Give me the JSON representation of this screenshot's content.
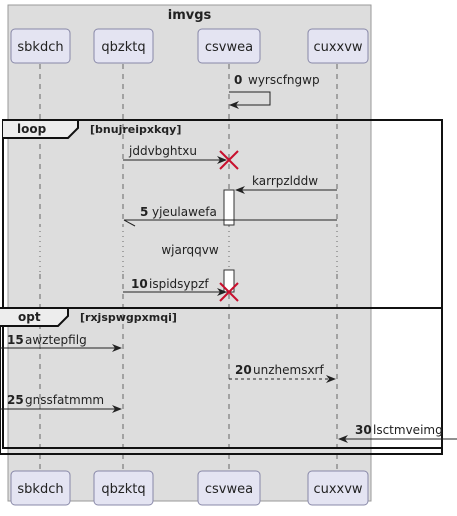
{
  "box": {
    "title": "imvgs"
  },
  "participants": [
    {
      "id": "sbkdch",
      "label": "sbkdch"
    },
    {
      "id": "qbzktq",
      "label": "qbzktq"
    },
    {
      "id": "csvwea",
      "label": "csvwea"
    },
    {
      "id": "cuxxvw",
      "label": "cuxxvw"
    }
  ],
  "messages": [
    {
      "number": "0",
      "text": "wyrscfngwp"
    },
    {
      "number": "",
      "text": "jddvbghtxu"
    },
    {
      "number": "",
      "text": "karrpzlddw"
    },
    {
      "number": "5",
      "text": "yjeulawefa"
    },
    {
      "number": "",
      "text": "wjarqqvw"
    },
    {
      "number": "10",
      "text": "ispidsypzf"
    },
    {
      "number": "15",
      "text": "awztepfilg"
    },
    {
      "number": "20",
      "text": "unzhemsxrf"
    },
    {
      "number": "25",
      "text": "gnssfatmmm"
    },
    {
      "number": "30",
      "text": "lsctmveimg"
    }
  ],
  "frames": {
    "loop": {
      "title": "loop",
      "guard": "[bnujreipxkqy]"
    },
    "opt": {
      "title": "opt",
      "guard": "[rxjspwgpxmqi]"
    }
  }
}
